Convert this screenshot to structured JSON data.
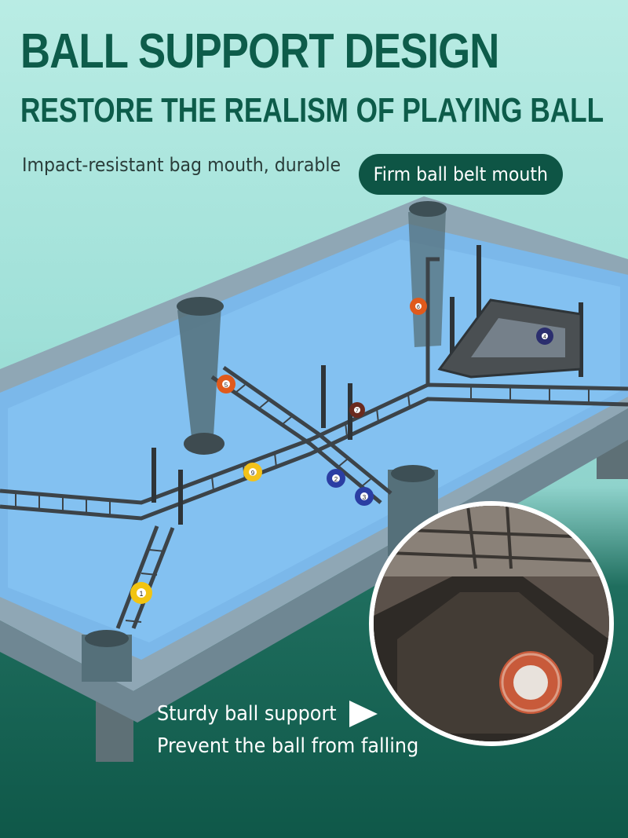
{
  "header": {
    "title": "BALL SUPPORT DESIGN",
    "subtitle": "RESTORE THE REALISM OF PLAYING BALL"
  },
  "callouts": {
    "bag_mouth": "Impact-resistant bag mouth, durable",
    "belt_mouth": "Firm ball belt mouth"
  },
  "caption": {
    "line1": "Sturdy ball support",
    "line2": "Prevent the ball from falling"
  },
  "balls": [
    {
      "number": "5",
      "color": "#e05a1c"
    },
    {
      "number": "9",
      "color": "#f3c21a"
    },
    {
      "number": "1",
      "color": "#f2c412"
    },
    {
      "number": "2",
      "color": "#2b3ea3"
    },
    {
      "number": "3",
      "color": "#2b3ea3"
    },
    {
      "number": "7",
      "color": "#6a2a1e"
    },
    {
      "number": "4",
      "color": "#2b2e6e"
    },
    {
      "number": "6",
      "color": "#e05a1c"
    }
  ],
  "colors": {
    "accent": "#0e5545",
    "felt": "#7bb8ea",
    "rail": "#8fa7b5"
  }
}
